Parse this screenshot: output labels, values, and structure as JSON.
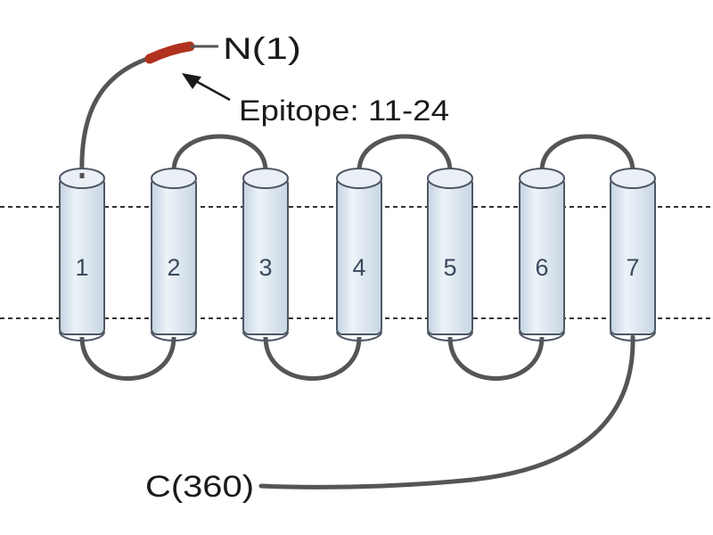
{
  "diagram": {
    "n_terminus_label": "N(1)",
    "epitope_label": "Epitope: 11-24",
    "c_terminus_label": "C(360)",
    "helices": [
      {
        "label": "1"
      },
      {
        "label": "2"
      },
      {
        "label": "3"
      },
      {
        "label": "4"
      },
      {
        "label": "5"
      },
      {
        "label": "6"
      },
      {
        "label": "7"
      }
    ],
    "colors": {
      "epitope": "#b0321f",
      "chain": "#555555",
      "helix_fill": "#dbe6ef",
      "helix_stroke": "#4e5763",
      "membrane_line": "#333333"
    }
  }
}
